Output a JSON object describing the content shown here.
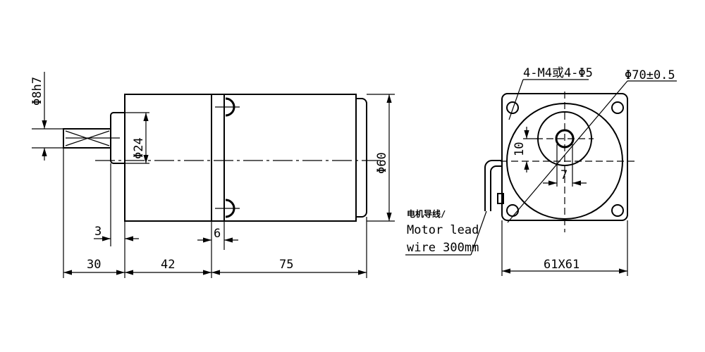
{
  "side_view": {
    "shaft_diameter": "Φ8h7",
    "boss_diameter": "Φ24",
    "body_diameter": "Φ60",
    "boss_length": "3",
    "flange_gap": "6",
    "shaft_length": "30",
    "gearbox_length": "42",
    "motor_length": "75"
  },
  "front_view": {
    "mount_holes": "4-M4或4-Φ5",
    "pitch_circle": "Φ70±0.5",
    "offset_vertical": "10",
    "offset_horizontal": "7",
    "flange_size": "61X61",
    "lead_label_cn": "电机导线/",
    "lead_label_line1": "Motor lead",
    "lead_label_line2": "wire 300mm"
  }
}
